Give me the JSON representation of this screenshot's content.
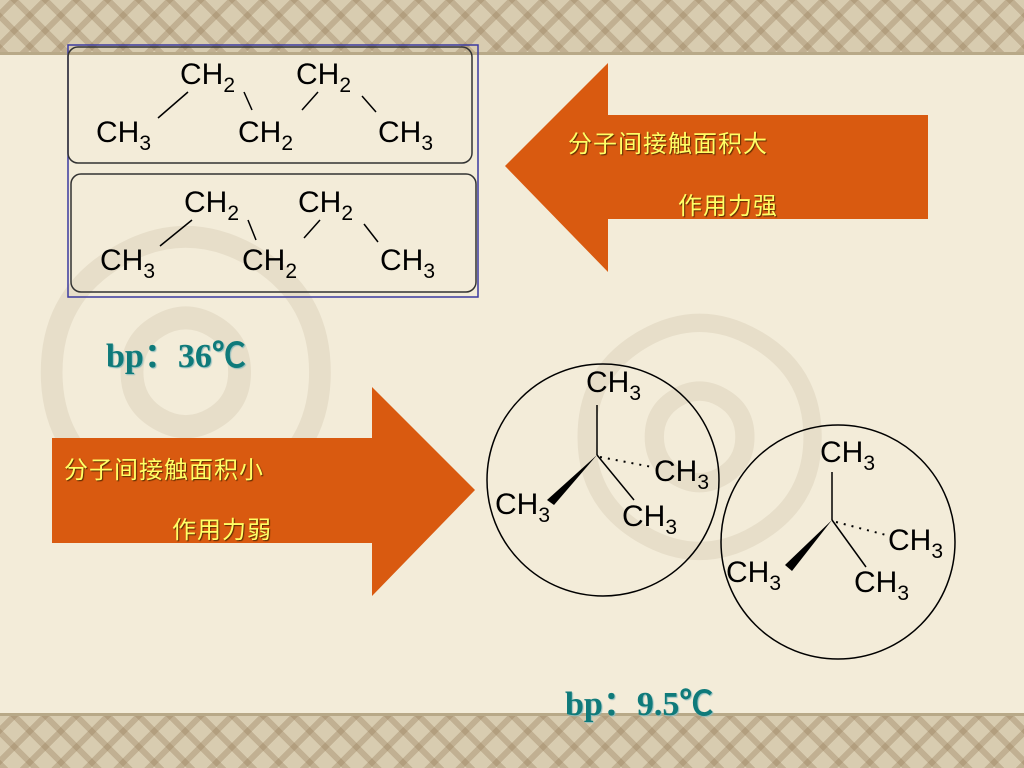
{
  "top_panel": {
    "molecule_1": {
      "ch2_a": "CH2",
      "ch2_b": "CH2",
      "ch3_left": "CH3",
      "ch2_mid": "CH2",
      "ch3_right": "CH3"
    },
    "molecule_2": {
      "ch2_a": "CH2",
      "ch2_b": "CH2",
      "ch3_left": "CH3",
      "ch2_mid": "CH2",
      "ch3_right": "CH3"
    }
  },
  "arrow_left": {
    "line1": "分子间接触面积大",
    "line2": "作用力强",
    "color": "#d95a10"
  },
  "arrow_right": {
    "line1": "分子间接触面积小",
    "line2": "作用力弱",
    "color": "#d95a10"
  },
  "bp_top": "bp：36℃",
  "bp_bottom": "bp：9.5℃",
  "neopentane_1": {
    "top": "CH3",
    "right": "CH3",
    "left": "CH3",
    "bottom": "CH3"
  },
  "neopentane_2": {
    "top": "CH3",
    "right": "CH3",
    "left": "CH3",
    "bottom": "CH3"
  },
  "colors": {
    "arrow": "#d95a10",
    "label": "#ffff66",
    "bp_text": "#0f7a7a",
    "border": "#d8ccb0"
  }
}
